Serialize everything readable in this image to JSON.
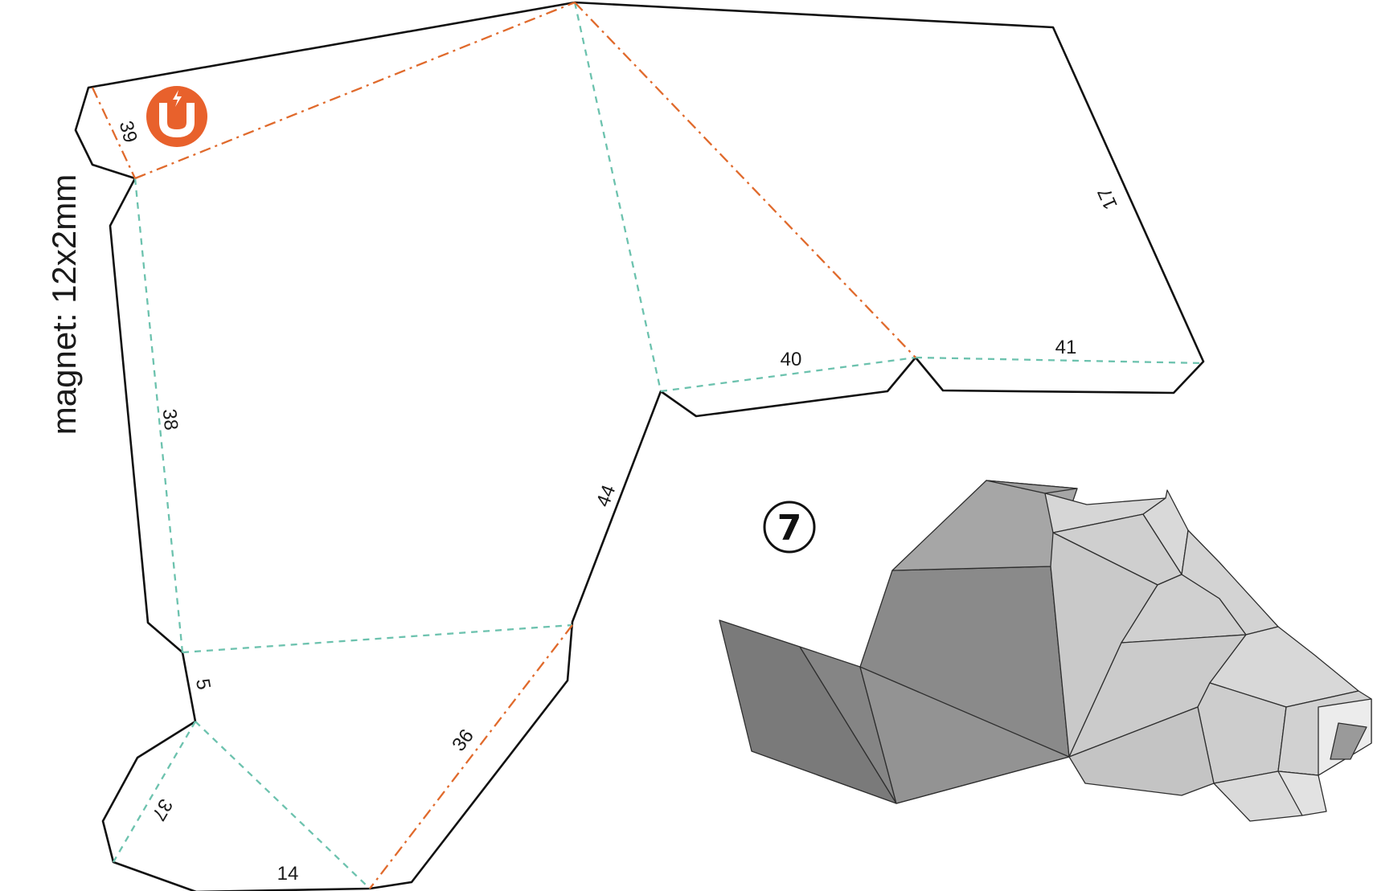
{
  "side_note": "magnet: 12x2mm",
  "step_number": "7",
  "edge_labels": {
    "e39": "39",
    "e17": "17",
    "e38": "38",
    "e40": "40",
    "e41": "41",
    "e44": "44",
    "e5": "5",
    "e36": "36",
    "e37": "37",
    "e14": "14"
  },
  "colors": {
    "cut_line": "#111111",
    "valley_fold": "#6cc2ae",
    "mountain_fold": "#e06a2c",
    "magnet_badge": "#e8612c",
    "model_dark": "#7d7d7d",
    "model_light": "#d2d2d2"
  },
  "icons": {
    "magnet": "magnet-icon",
    "step_badge": "circled-number"
  }
}
